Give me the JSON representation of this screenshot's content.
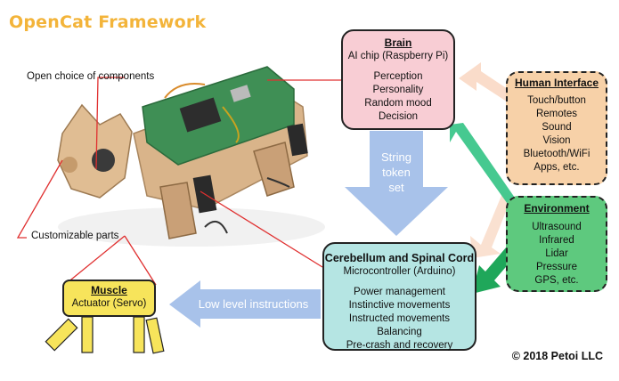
{
  "title": "OpenCat Framework",
  "brain": {
    "heading": "Brain",
    "chip": "AI chip (Raspberry Pi)",
    "items": [
      "Perception",
      "Personality",
      "Random mood",
      "Decision"
    ]
  },
  "string_token": [
    "String",
    "token",
    "set"
  ],
  "human_interface": {
    "heading": "Human Interface",
    "items": [
      "Touch/button",
      "Remotes",
      "Sound",
      "Vision",
      "Bluetooth/WiFi",
      "Apps, etc."
    ]
  },
  "environment": {
    "heading": "Environment",
    "items": [
      "Ultrasound",
      "Infrared",
      "Lidar",
      "Pressure",
      "GPS, etc."
    ]
  },
  "cerebellum": {
    "heading": "Cerebellum and Spinal Cord",
    "controller": "Microcontroller (Arduino)",
    "items": [
      "Power management",
      "Instinctive movements",
      "Instructed movements",
      "Balancing",
      "Pre-crash and recovery"
    ]
  },
  "low_level": "Low level instructions",
  "muscle": {
    "heading": "Muscle",
    "sub": "Actuator (Servo)"
  },
  "callouts": {
    "components": "Open choice of components",
    "parts": "Customizable parts"
  },
  "copyright": "© 2018 Petoi LLC",
  "colors": {
    "title": "#f3b43a",
    "brain_fill": "#f8cdd4",
    "cerebellum_fill": "#b5e5e3",
    "human_fill": "#f7d1a8",
    "environment_fill": "#5ec97e",
    "muscle_fill": "#f7e45b",
    "blue_arrow": "#9fbde6",
    "callout_line": "#e03030"
  }
}
